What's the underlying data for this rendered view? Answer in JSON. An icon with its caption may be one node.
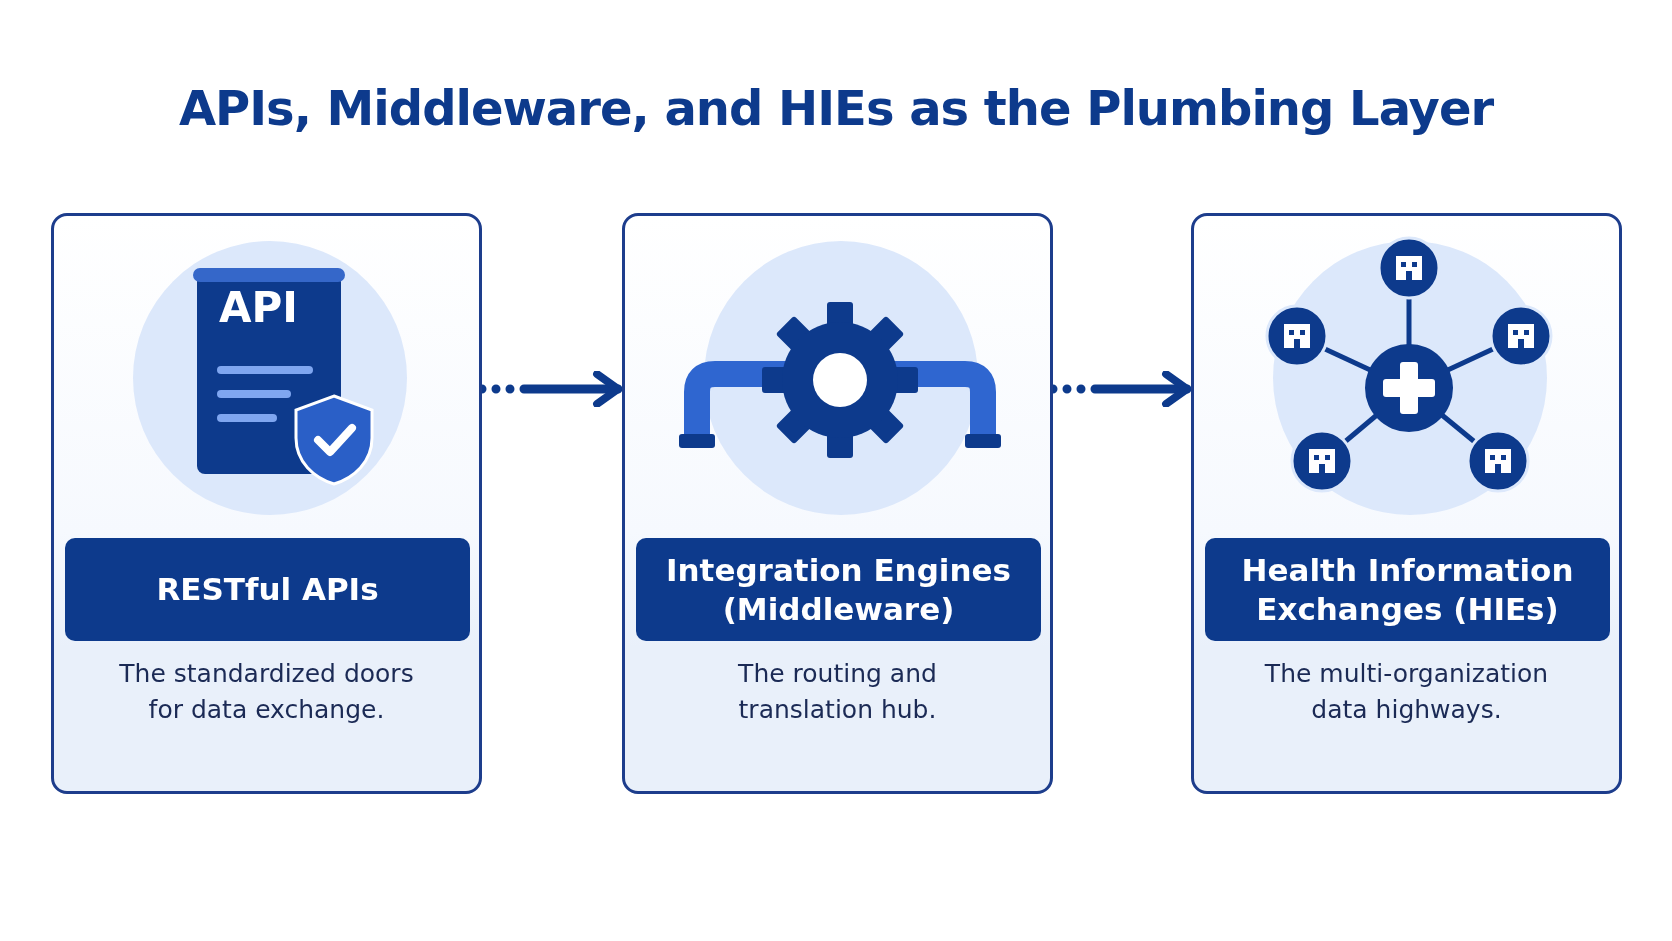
{
  "diagram": {
    "title": "APIs, Middleware, and HIEs as the Plumbing Layer",
    "nodes": [
      {
        "text": [
          "RESTful APIs",
          "The standardized doors for data exchange."
        ]
      },
      {
        "text": [
          "Integration Engines (Middleware)",
          "The routing and translation hub."
        ]
      },
      {
        "text": [
          "Health Information Exchanges (HIEs)",
          "The multi-organization data highways."
        ]
      }
    ],
    "edges": [
      {
        "from": 0,
        "to": 1,
        "arrow": "to"
      },
      {
        "from": 1,
        "to": 2,
        "arrow": "to"
      }
    ],
    "labels": [
      "API"
    ]
  }
}
